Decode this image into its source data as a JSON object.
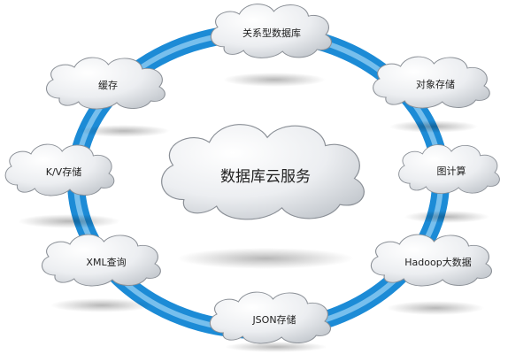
{
  "diagram": {
    "center": {
      "label": "数据库云服务"
    },
    "nodes": [
      {
        "id": "relational-db",
        "label": "关系型数据库"
      },
      {
        "id": "object-storage",
        "label": "对象存储"
      },
      {
        "id": "graph-compute",
        "label": "图计算"
      },
      {
        "id": "hadoop-bigdata",
        "label": "Hadoop大数据"
      },
      {
        "id": "json-storage",
        "label": "JSON存储"
      },
      {
        "id": "xml-query",
        "label": "XML查询"
      },
      {
        "id": "kv-storage",
        "label": "K/V存储"
      },
      {
        "id": "cache",
        "label": "缓存"
      }
    ],
    "colors": {
      "ring_outer": "#1c8bd6",
      "ring_inner": "#9ed6f6",
      "cloud_fill_light": "#ffffff",
      "cloud_fill_dark": "#c4c9cf",
      "cloud_stroke": "#8a8f96"
    }
  }
}
